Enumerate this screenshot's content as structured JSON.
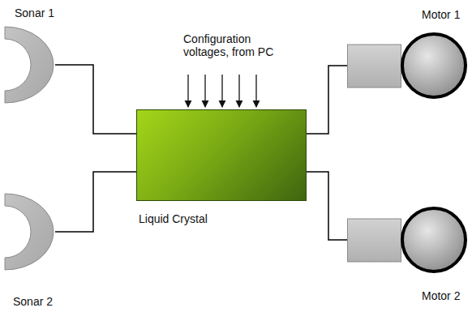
{
  "diagram": {
    "nodes": [
      {
        "text": [
          "Sonar 1"
        ]
      },
      {
        "text": [
          "Motor 1"
        ]
      },
      {
        "text": [
          "Liquid Crystal"
        ]
      },
      {
        "text": [
          "Sonar 2"
        ]
      },
      {
        "text": [
          "Motor 2"
        ]
      }
    ],
    "edges": [
      {
        "from": 0,
        "to": 2,
        "arrow": "none"
      },
      {
        "from": 3,
        "to": 2,
        "arrow": "none"
      },
      {
        "from": 2,
        "to": 1,
        "arrow": "none"
      },
      {
        "from": 2,
        "to": 4,
        "arrow": "none"
      }
    ],
    "labels": [
      "Configuration voltages, from PC"
    ]
  }
}
